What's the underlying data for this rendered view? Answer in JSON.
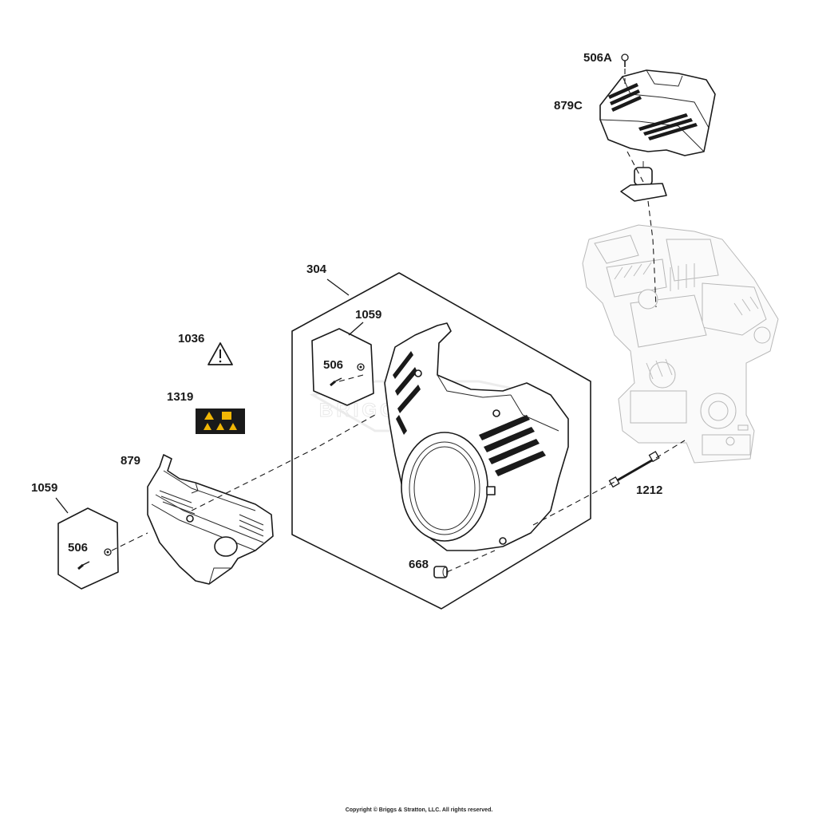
{
  "callouts": {
    "screw_top": "506A",
    "top_cover": "879C",
    "housing_kit": "304",
    "kit_inner": "1059",
    "kit_inner_screw": "506",
    "warning_decal": "1036",
    "safety_decal": "1319",
    "side_shroud": "879",
    "kit_outer": "1059",
    "kit_outer_screw": "506",
    "stud": "1212",
    "spacer": "668"
  },
  "watermark": "BRIGGS",
  "copyright": "Copyright © Briggs & Stratton, LLC. All rights reserved.",
  "colors": {
    "decal_yellow": "#f2b705",
    "decal_black": "#1a1a1a",
    "line": "#1a1a1a",
    "ghost_line": "#b8b8b8"
  }
}
